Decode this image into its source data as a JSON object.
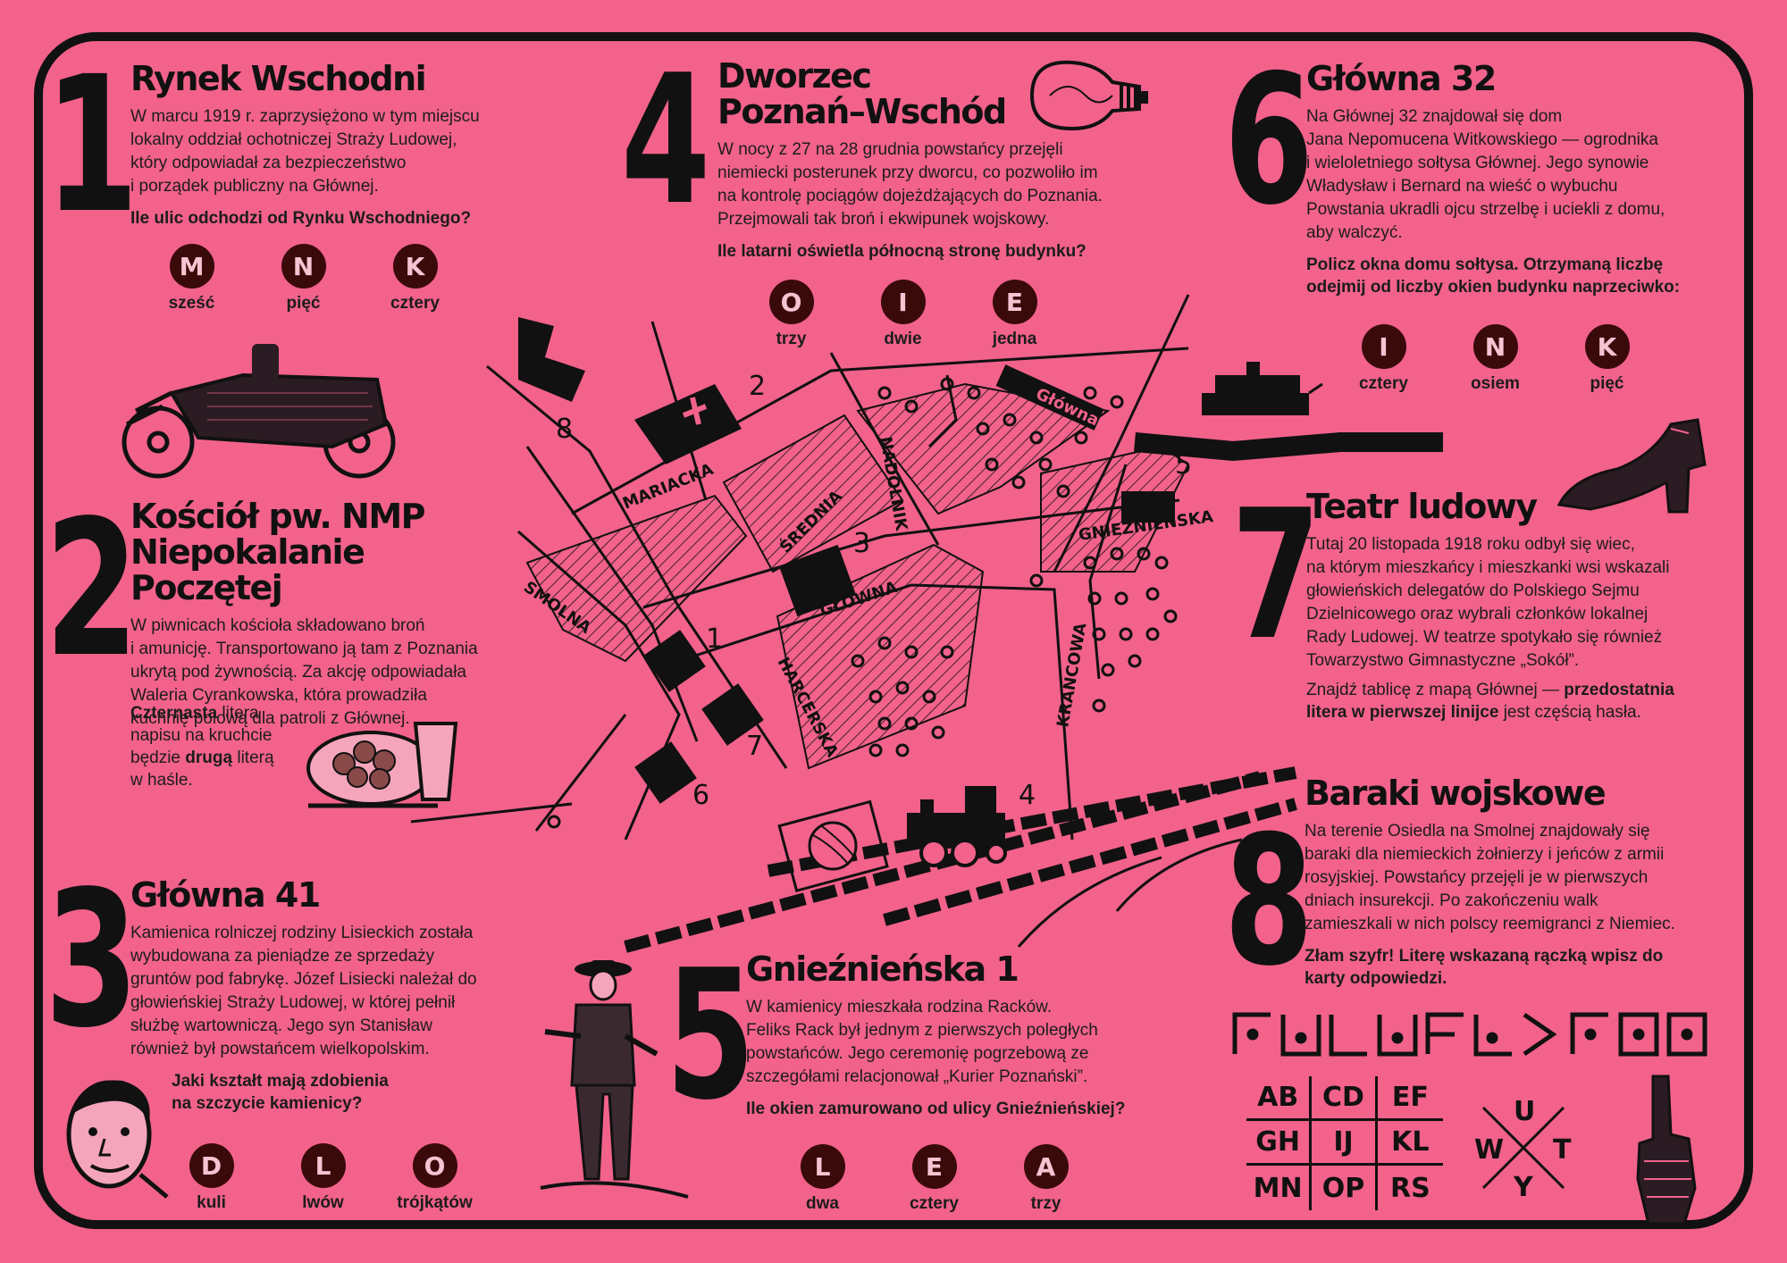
{
  "s1": {
    "number": "1",
    "title": "Rynek Wschodni",
    "body": [
      "W marcu 1919 r. zaprzysiężono w tym miejscu",
      "lokalny oddział ochotniczej Straży Ludowej,",
      "który odpowiadał za bezpieczeństwo",
      "i porządek publiczny na Głównej."
    ],
    "question": "Ile ulic odchodzi od Rynku Wschodniego?",
    "options": [
      {
        "letter": "M",
        "label": "sześć"
      },
      {
        "letter": "N",
        "label": "pięć"
      },
      {
        "letter": "K",
        "label": "cztery"
      }
    ]
  },
  "s2": {
    "number": "2",
    "title": [
      "Kościół pw. NMP",
      "Niepokalanie Poczętej"
    ],
    "body": [
      "W piwnicach kościoła składowano broń",
      "i amunicję. Transportowano ją tam z Poznania",
      "ukrytą pod żywnością. Za akcję odpowiadała",
      "Waleria Cyrankowska, która prowadziła",
      "kuchnię polową dla patroli z Głównej."
    ],
    "hint": {
      "b1": "Czternasta",
      "t1": " litera",
      "t2": "napisu na kruchcie",
      "t3": "będzie ",
      "b2": "drugą",
      "t4": " literą",
      "t5": "w haśle."
    }
  },
  "s3": {
    "number": "3",
    "title": "Główna 41",
    "body": [
      "Kamienica rolniczej rodziny Lisieckich została",
      "wybudowana za pieniądze ze sprzedaży",
      "gruntów pod fabrykę. Józef Lisiecki należał do",
      "głowieńskiej Straży Ludowej, w której pełnił",
      "służbę wartowniczą. Jego syn Stanisław",
      "również był powstańcem wielkopolskim."
    ],
    "question": [
      "Jaki kształt mają zdobienia",
      "na szczycie kamienicy?"
    ],
    "options": [
      {
        "letter": "D",
        "label": "kuli"
      },
      {
        "letter": "L",
        "label": "lwów"
      },
      {
        "letter": "O",
        "label": "trójkątów"
      }
    ]
  },
  "s4": {
    "number": "4",
    "title": [
      "Dworzec",
      "Poznań–Wschód"
    ],
    "body": [
      "W nocy z 27 na 28 grudnia powstańcy przejęli",
      "niemiecki posterunek przy dworcu, co pozwoliło im",
      "na kontrolę pociągów dojeżdżających do Poznania.",
      "Przejmowali tak broń i ekwipunek wojskowy."
    ],
    "question": "Ile latarni oświetla północną stronę budynku?",
    "options": [
      {
        "letter": "O",
        "label": "trzy"
      },
      {
        "letter": "I",
        "label": "dwie"
      },
      {
        "letter": "E",
        "label": "jedna"
      }
    ]
  },
  "s5": {
    "number": "5",
    "title": "Gnieźnieńska 1",
    "body": [
      "W kamienicy mieszkała rodzina Racków.",
      "Feliks Rack był jednym z pierwszych poległych",
      "powstańców. Jego ceremonię pogrzebową ze",
      "szczegółami relacjonował „Kurier Poznański”."
    ],
    "question": "Ile okien zamurowano od ulicy Gnieźnieńskiej?",
    "options": [
      {
        "letter": "L",
        "label": "dwa"
      },
      {
        "letter": "E",
        "label": "cztery"
      },
      {
        "letter": "A",
        "label": "trzy"
      }
    ]
  },
  "s6": {
    "number": "6",
    "title": "Główna 32",
    "body": [
      "Na Głównej 32 znajdował się dom",
      "Jana Nepomucena Witkowskiego — ogrodnika",
      "i wieloletniego sołtysa Głównej. Jego synowie",
      "Władysław i Bernard na wieść o wybuchu",
      "Powstania ukradli ojcu strzelbę i uciekli z domu,",
      "aby walczyć."
    ],
    "question": [
      "Policz okna domu sołtysa. Otrzymaną liczbę",
      "odejmij od liczby okien budynku naprzeciwko:"
    ],
    "options": [
      {
        "letter": "I",
        "label": "cztery"
      },
      {
        "letter": "N",
        "label": "osiem"
      },
      {
        "letter": "K",
        "label": "pięć"
      }
    ]
  },
  "s7": {
    "number": "7",
    "title": "Teatr ludowy",
    "body": [
      "Tutaj 20 listopada 1918 roku odbył się wiec,",
      "na którym mieszkańcy i mieszkanki wsi wskazali",
      "głowieńskich delegatów do Polskiego Sejmu",
      "Dzielnicowego oraz wybrali członków lokalnej",
      "Rady Ludowej. W teatrze spotykało się również",
      "Towarzystwo Gimnastyczne „Sokół”."
    ],
    "hint": {
      "t1": "Znajdź tablicę z mapą Głównej — ",
      "b1": "przedostatnia",
      "b2": "litera w pierwszej linijce",
      "t2": " jest częścią hasła."
    }
  },
  "s8": {
    "number": "8",
    "title": "Baraki wojskowe",
    "body": [
      "Na terenie Osiedla na Smolnej znajdowały się",
      "baraki dla niemieckich żołnierzy i jeńców z armii",
      "rosyjskiej. Powstańcy przejęli je w pierwszych",
      "dniach insurekcji. Po zakończeniu walk",
      "zamieszkali w nich polscy reemigranci z Niemiec."
    ],
    "question": [
      "Złam szyfr! Literę wskazaną rączką wpisz do",
      "karty odpowiedzi."
    ],
    "cipher_grid": [
      "AB",
      "CD",
      "EF",
      "GH",
      "IJ",
      "KL",
      "MN",
      "OP",
      "RS"
    ],
    "cipher_x": [
      "U",
      "W",
      "T",
      "Y"
    ]
  },
  "map": {
    "streets": {
      "mariacka": "MARIACKA",
      "srednia": "ŚREDNIA",
      "smolna": "SMOLNA",
      "harcerska": "HARCERSKA",
      "glowna": "GŁÓWNA",
      "glowna2": "Główna",
      "nadolnik": "NADOLNIK",
      "gnieznienska": "GNIEŹNIEŃSKA",
      "krancowa": "KRAŃCOWA"
    },
    "markers": [
      "1",
      "2",
      "3",
      "4",
      "5",
      "6",
      "7",
      "8"
    ]
  },
  "colors": {
    "background": "#f2628b",
    "ink": "#111111",
    "badge": "#3a0a0a",
    "badge_text": "#f7c3d2"
  }
}
